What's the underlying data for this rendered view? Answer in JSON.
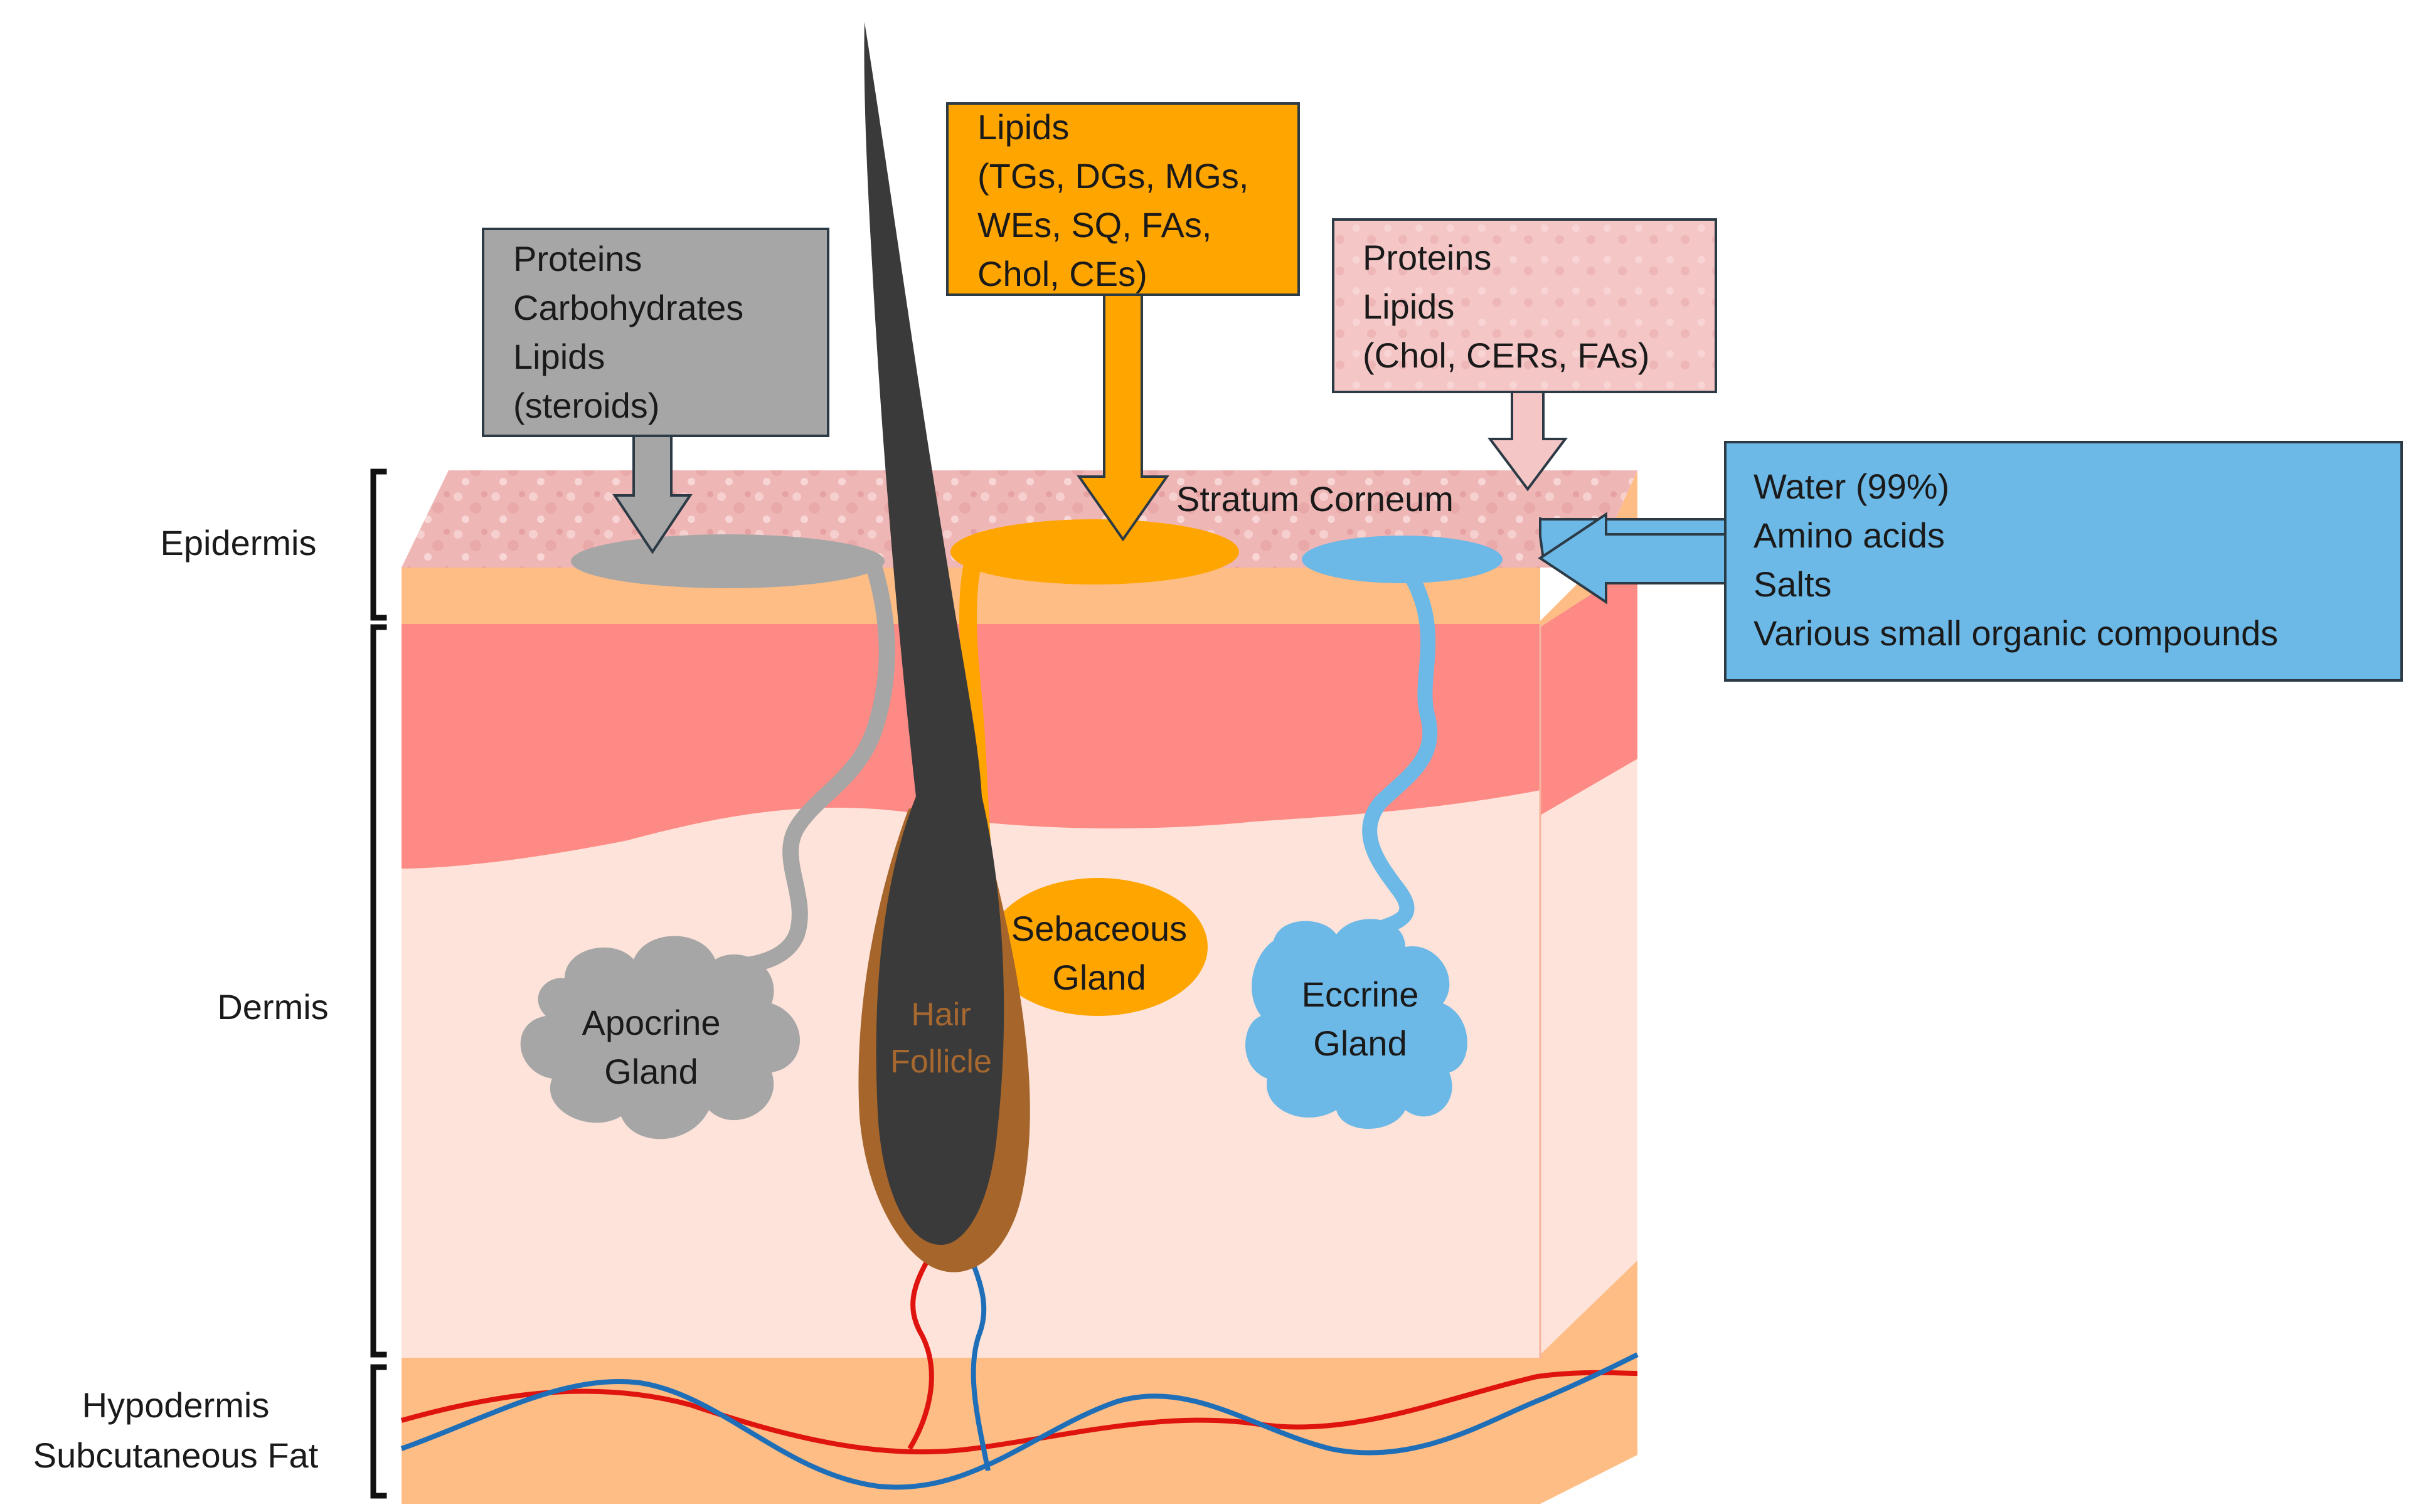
{
  "layers": {
    "epidermis": "Epidermis",
    "dermis": "Dermis",
    "hypodermis_line1": "Hypodermis",
    "hypodermis_line2": "Subcutaneous Fat",
    "stratum_corneum": "Stratum Corneum"
  },
  "glands": {
    "apocrine": [
      "Apocrine",
      "Gland"
    ],
    "sebaceous": [
      "Sebaceous",
      "Gland"
    ],
    "eccrine": [
      "Eccrine",
      "Gland"
    ],
    "hair_follicle": [
      "Hair",
      "Follicle"
    ]
  },
  "boxes": {
    "apocrine_secretions": [
      "Proteins",
      "Carbohydrates",
      "Lipids",
      "(steroids)"
    ],
    "sebaceous_secretions": [
      "Lipids",
      "(TGs, DGs, MGs,",
      "WEs, SQ, FAs,",
      "Chol, CEs)"
    ],
    "stratum_secretions": [
      "Proteins",
      "Lipids",
      "(Chol, CERs, FAs)"
    ],
    "eccrine_secretions": [
      "Water (99%)",
      "Amino acids",
      "Salts",
      "Various small organic compounds"
    ]
  },
  "colors": {
    "apocrine": "#a6a6a6",
    "sebaceous": "#ffa500",
    "eccrine": "#6cb8e6",
    "stratum_box": "#f4c6c6",
    "hair": "#3a3a3a",
    "follicle_sheath": "#a5652b",
    "epidermis_band": "#fdbd85",
    "dermis_upper": "#fd8a85",
    "dermis_lower": "#fde3d9",
    "hypodermis": "#fdbd85",
    "artery": "#e0140f",
    "vein": "#1f6fb8"
  }
}
